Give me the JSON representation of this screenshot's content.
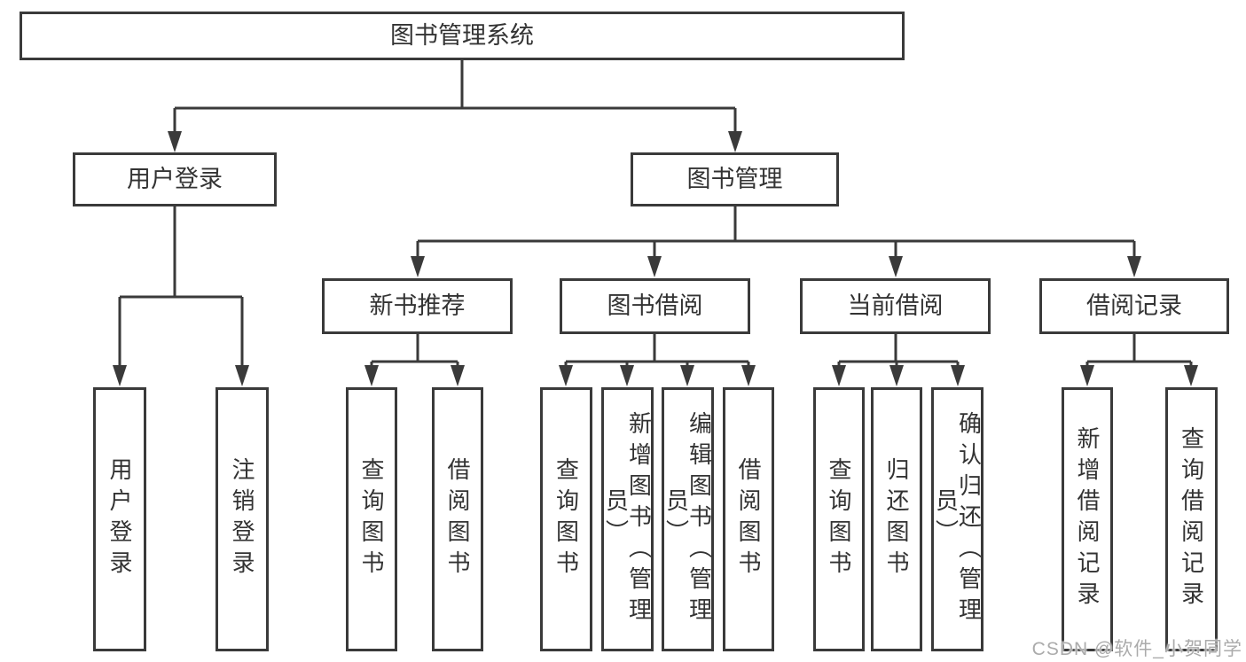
{
  "diagram": {
    "tree": {
      "label": "图书管理系统",
      "children": [
        {
          "label": "用户登录",
          "children": [
            {
              "label": "用户登录"
            },
            {
              "label": "注销登录"
            }
          ]
        },
        {
          "label": "图书管理",
          "children": [
            {
              "label": "新书推荐",
              "children": [
                {
                  "label": "查询图书"
                },
                {
                  "label": "借阅图书"
                }
              ]
            },
            {
              "label": "图书借阅",
              "children": [
                {
                  "label": "查询图书"
                },
                {
                  "label": "新增图书（管理员）"
                },
                {
                  "label": "编辑图书（管理员）"
                },
                {
                  "label": "借阅图书"
                }
              ]
            },
            {
              "label": "当前借阅",
              "children": [
                {
                  "label": "查询图书"
                },
                {
                  "label": "归还图书"
                },
                {
                  "label": "确认归还（管理员）"
                }
              ]
            },
            {
              "label": "借阅记录",
              "children": [
                {
                  "label": "新增借阅记录"
                },
                {
                  "label": "查询借阅记录"
                }
              ]
            }
          ]
        }
      ]
    },
    "colors": {
      "line": "#3a3a3a",
      "box_border": "#3a3a3a",
      "box_fill": "#ffffff",
      "text": "#333333",
      "watermark": "#ababab",
      "background": "#ffffff"
    }
  },
  "watermark": "CSDN @软件_小贺同学"
}
